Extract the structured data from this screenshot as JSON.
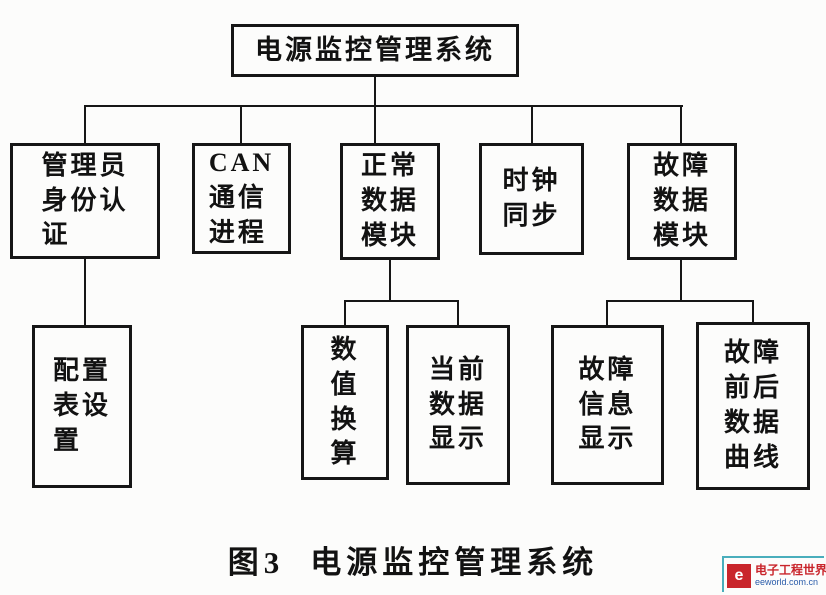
{
  "diagram": {
    "root": {
      "label": "电源监控管理系统"
    },
    "nodes": {
      "admin_auth": {
        "lines": [
          "管理员",
          "身份认",
          "证"
        ]
      },
      "can_process": {
        "lines": [
          "CAN",
          "通信",
          "进程"
        ]
      },
      "normal_data": {
        "lines": [
          "正常",
          "数据",
          "模块"
        ]
      },
      "clock_sync": {
        "lines": [
          "时钟",
          "同步"
        ]
      },
      "fault_data": {
        "lines": [
          "故障",
          "数据",
          "模块"
        ]
      },
      "config_table": {
        "lines": [
          "配置",
          "表设",
          "置"
        ]
      },
      "value_conversion": {
        "lines": [
          "数",
          "值",
          "换",
          "算"
        ]
      },
      "current_data_display": {
        "lines": [
          "当前",
          "数据",
          "显示"
        ]
      },
      "fault_info_display": {
        "lines": [
          "故障",
          "信息",
          "显示"
        ]
      },
      "fault_data_curve": {
        "lines": [
          "故障",
          "前后",
          "数据",
          "曲线"
        ]
      }
    },
    "caption": {
      "figure_no": "图3",
      "title": "电源监控管理系统"
    }
  },
  "watermark": {
    "icon_letter": "e",
    "site_name": "电子工程世界",
    "site_url": "eeworld.com.cn"
  },
  "colors": {
    "line": "#161616",
    "logo_red": "#c9252b",
    "logo_blue": "#2a5caa",
    "logo_teal": "#49aebc"
  }
}
